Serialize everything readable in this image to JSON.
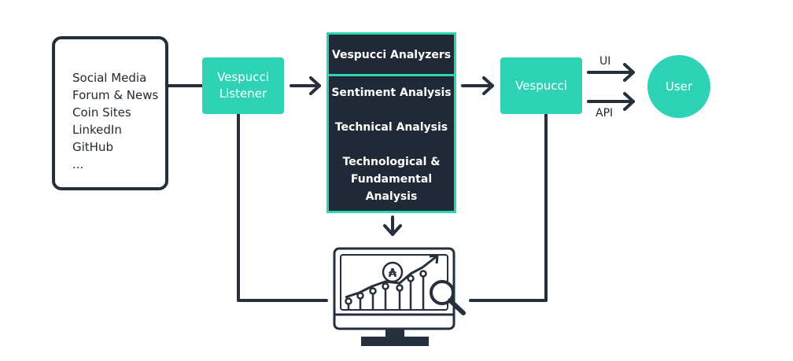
{
  "sources": {
    "items": [
      "Social Media",
      "Forum & News",
      "Coin Sites",
      "LinkedIn",
      "GitHub",
      "..."
    ]
  },
  "listener": {
    "label_line1": "Vespucci",
    "label_line2": "Listener"
  },
  "analyzers": {
    "title": "Vespucci Analyzers",
    "items": [
      "Sentiment Analysis",
      "Technical Analysis",
      "Technological &",
      "Fundamental",
      "Analysis"
    ]
  },
  "vespucci": {
    "label": "Vespucci"
  },
  "outputs": {
    "ui_label": "UI",
    "api_label": "API"
  },
  "user": {
    "label": "User"
  },
  "monitor": {
    "coin_symbol": "₳"
  },
  "colors": {
    "accent": "#2ed3b6",
    "dark": "#26303c",
    "analyzer_bg": "#1f2a36"
  },
  "icons": [
    "arrow-right-icon",
    "arrow-down-icon",
    "monitor-chart-icon",
    "magnifier-icon",
    "coin-icon"
  ]
}
